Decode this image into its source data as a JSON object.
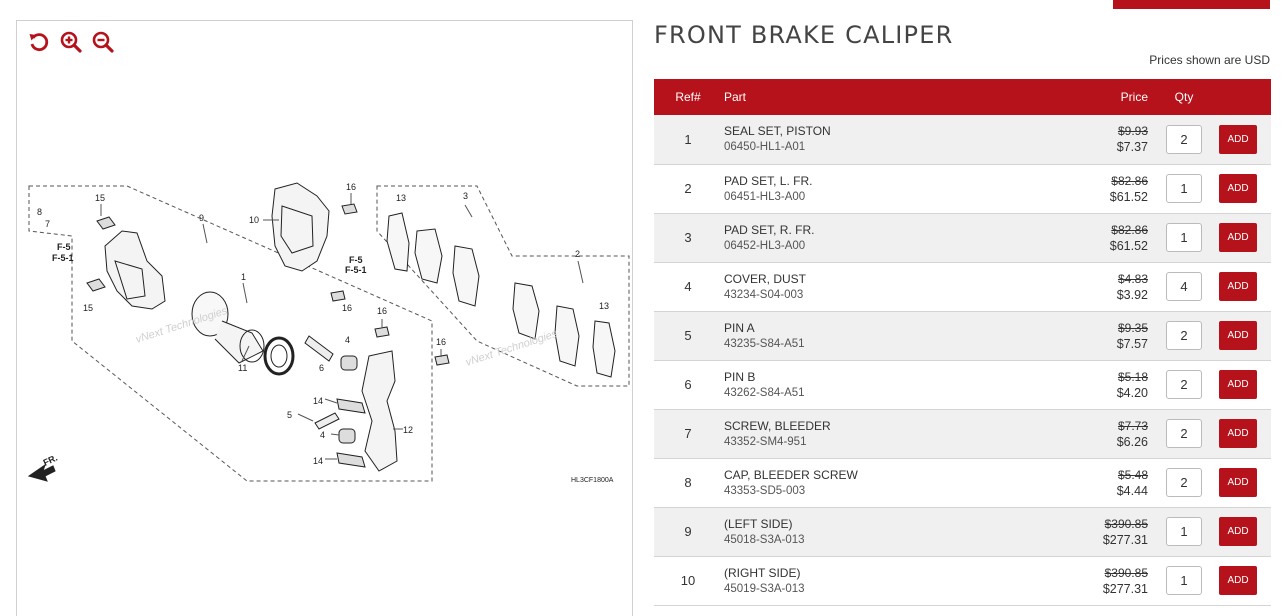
{
  "title": "FRONT BRAKE CALIPER",
  "prices_note": "Prices shown are USD",
  "diagram": {
    "tools": [
      {
        "icon": "rotate-icon"
      },
      {
        "icon": "zoom-in-icon"
      },
      {
        "icon": "zoom-out-icon"
      }
    ],
    "code": "HL3CF1800A",
    "watermark": "vNext Technologies",
    "direction_label": "FR.",
    "callout_f5": "F-5",
    "callout_f51": "F-5-1",
    "callouts": [
      "15",
      "8",
      "7",
      "9",
      "10",
      "16",
      "13",
      "3",
      "1",
      "2",
      "15",
      "11",
      "6",
      "5",
      "4",
      "14",
      "12",
      "16",
      "16",
      "14",
      "4",
      "13",
      "16"
    ]
  },
  "table": {
    "headers": {
      "ref": "Ref#",
      "part": "Part",
      "price": "Price",
      "qty": "Qty"
    },
    "add_label": "ADD",
    "rows": [
      {
        "ref": "1",
        "name": "SEAL SET, PISTON",
        "number": "06450-HL1-A01",
        "old_price": "$9.93",
        "price": "$7.37",
        "qty": "2"
      },
      {
        "ref": "2",
        "name": "PAD SET, L. FR.",
        "number": "06451-HL3-A00",
        "old_price": "$82.86",
        "price": "$61.52",
        "qty": "1"
      },
      {
        "ref": "3",
        "name": "PAD SET, R. FR.",
        "number": "06452-HL3-A00",
        "old_price": "$82.86",
        "price": "$61.52",
        "qty": "1"
      },
      {
        "ref": "4",
        "name": "COVER, DUST",
        "number": "43234-S04-003",
        "old_price": "$4.83",
        "price": "$3.92",
        "qty": "4"
      },
      {
        "ref": "5",
        "name": "PIN A",
        "number": "43235-S84-A51",
        "old_price": "$9.35",
        "price": "$7.57",
        "qty": "2"
      },
      {
        "ref": "6",
        "name": "PIN B",
        "number": "43262-S84-A51",
        "old_price": "$5.18",
        "price": "$4.20",
        "qty": "2"
      },
      {
        "ref": "7",
        "name": "SCREW, BLEEDER",
        "number": "43352-SM4-951",
        "old_price": "$7.73",
        "price": "$6.26",
        "qty": "2"
      },
      {
        "ref": "8",
        "name": "CAP, BLEEDER SCREW",
        "number": "43353-SD5-003",
        "old_price": "$5.48",
        "price": "$4.44",
        "qty": "2"
      },
      {
        "ref": "9",
        "name": "(LEFT SIDE)",
        "number": "45018-S3A-013",
        "old_price": "$390.85",
        "price": "$277.31",
        "qty": "1"
      },
      {
        "ref": "10",
        "name": "(RIGHT SIDE)",
        "number": "45019-S3A-013",
        "old_price": "$390.85",
        "price": "$277.31",
        "qty": "1"
      }
    ]
  },
  "colors": {
    "accent": "#b5121b",
    "row_alt": "#f0f0f0"
  }
}
